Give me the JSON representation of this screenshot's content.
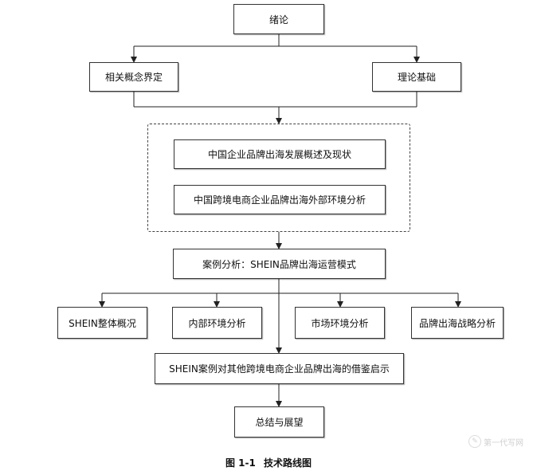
{
  "diagram": {
    "nodes": {
      "intro": "绪论",
      "concepts": "相关概念界定",
      "theory": "理论基础",
      "overview": "中国企业品牌出海发展概述及现状",
      "environment": "中国跨境电商企业品牌出海外部环境分析",
      "case": "案例分析：SHEIN品牌出海运营模式",
      "shein_overview": "SHEIN整体概况",
      "internal": "内部环境分析",
      "market": "市场环境分析",
      "strategy": "品牌出海战略分析",
      "implications": "SHEIN案例对其他跨境电商企业品牌出海的借鉴启示",
      "conclusion": "总结与展望"
    },
    "caption": {
      "number": "图 1-1",
      "title": "技术路线图"
    }
  },
  "watermark": {
    "icon": "watermark-logo-icon",
    "text": "第一代写网"
  }
}
